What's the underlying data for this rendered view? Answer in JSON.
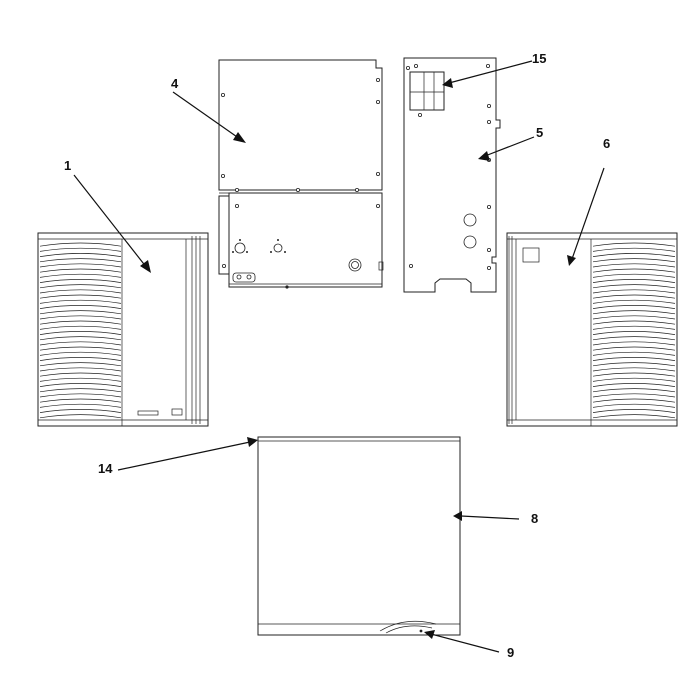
{
  "callouts": [
    {
      "id": "1",
      "text": "1"
    },
    {
      "id": "4",
      "text": "4"
    },
    {
      "id": "15",
      "text": "15"
    },
    {
      "id": "5",
      "text": "5"
    },
    {
      "id": "6",
      "text": "6"
    },
    {
      "id": "14",
      "text": "14"
    },
    {
      "id": "8",
      "text": "8"
    },
    {
      "id": "9",
      "text": "9"
    }
  ]
}
